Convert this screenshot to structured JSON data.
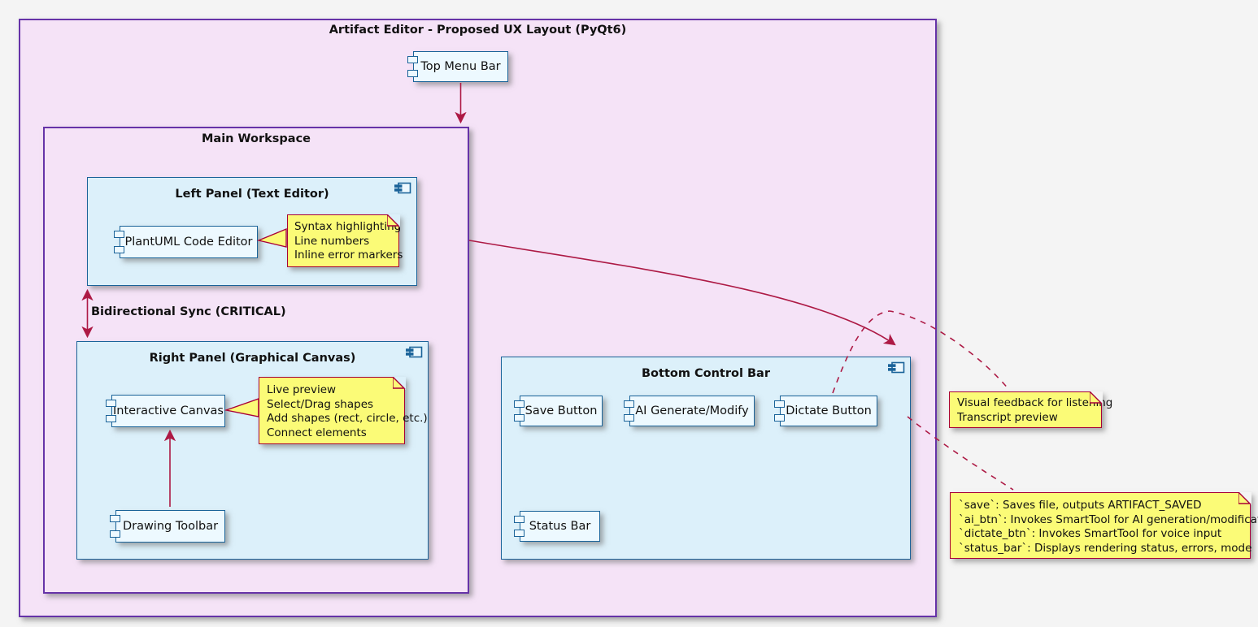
{
  "diagram_title": "Artifact Editor - Proposed UX Layout (PyQt6)",
  "top_menu_bar": {
    "label": "Top Menu Bar"
  },
  "workspace": {
    "title": "Main Workspace",
    "sync_label": "Bidirectional Sync (CRITICAL)",
    "left_panel": {
      "title": "Left Panel (Text Editor)",
      "component": "PlantUML Code Editor",
      "note": {
        "lines": [
          "Syntax highlighting",
          "Line numbers",
          "Inline error markers"
        ]
      }
    },
    "right_panel": {
      "title": "Right Panel (Graphical Canvas)",
      "canvas": "Interactive Canvas",
      "toolbar": "Drawing Toolbar",
      "note": {
        "lines": [
          "Live preview",
          "Select/Drag shapes",
          "Add shapes (rect, circle, etc.)",
          "Connect elements"
        ]
      }
    }
  },
  "bottom_bar": {
    "title": "Bottom Control Bar",
    "save": "Save Button",
    "ai": "AI Generate/Modify",
    "dictate": "Dictate Button",
    "status": "Status Bar"
  },
  "floating_notes": {
    "dictate_note": {
      "lines": [
        "Visual feedback for listening",
        "Transcript preview"
      ]
    },
    "controls_note": {
      "lines": [
        "`save`: Saves file, outputs ARTIFACT_SAVED",
        "`ai_btn`: Invokes SmartTool for AI generation/modification",
        "`dictate_btn`: Invokes SmartTool for voice input",
        "`status_bar`: Displays rendering status, errors, mode"
      ]
    }
  },
  "colors": {
    "page_bg": "#f4f4f4",
    "frame_fill": "#f5e3f7",
    "frame_border": "#6633a8",
    "panel_fill": "#dcf0fa",
    "panel_border": "#1a6399",
    "component_fill": "#edf9ff",
    "note_fill": "#fbfb77",
    "note_border": "#a80036",
    "arrow": "#ad1a45",
    "text": "#111111"
  }
}
